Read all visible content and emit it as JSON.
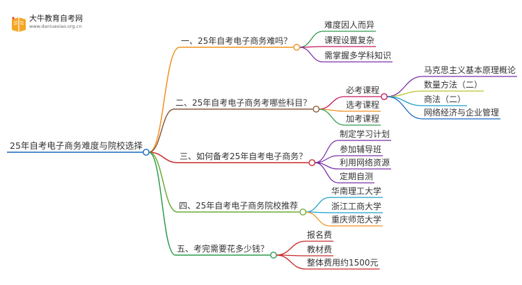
{
  "logo": {
    "name": "大牛教育自考网",
    "url": "www.daniuexiao.org.cn"
  },
  "root": {
    "label": "25年自考电子商务难度与院校选择"
  },
  "branches": [
    {
      "label": "一、25年自考电子商务难吗？",
      "color": "#f0901e",
      "children": [
        {
          "label": "难度因人而异",
          "color": "#2d9a4e"
        },
        {
          "label": "课程设置复杂",
          "color": "#c2185b"
        },
        {
          "label": "需掌握多学科知识",
          "color": "#7b2fa8"
        }
      ]
    },
    {
      "label": "二、25年自考电子商务考哪些科目？",
      "color": "#8a5a3c",
      "children": [
        {
          "label": "必考课程",
          "color": "#c2185b",
          "children": [
            {
              "label": "马克思主义基本原理概论",
              "color": "#7b2fa8"
            },
            {
              "label": "数量方法（二）",
              "color": "#b6c228"
            },
            {
              "label": "商法（二）",
              "color": "#1aa0c8"
            },
            {
              "label": "网络经济与企业管理",
              "color": "#1565c0"
            }
          ]
        },
        {
          "label": "选考课程",
          "color": "#f0901e"
        },
        {
          "label": "加考课程",
          "color": "#2d9a4e"
        }
      ]
    },
    {
      "label": "三、如何备考25年自考电子商务？",
      "color": "#c62828",
      "children": [
        {
          "label": "制定学习计划",
          "color": "#7b2fa8"
        },
        {
          "label": "参加辅导班",
          "color": "#7b2fa8"
        },
        {
          "label": "利用网络资源",
          "color": "#7b2fa8"
        },
        {
          "label": "定期自测",
          "color": "#7b2fa8"
        }
      ]
    },
    {
      "label": "四、25年自考电子商务院校推荐",
      "color": "#6aaa34",
      "children": [
        {
          "label": "华南理工大学",
          "color": "#1aa0c8"
        },
        {
          "label": "浙江工商大学",
          "color": "#1aa0c8"
        },
        {
          "label": "重庆师范大学",
          "color": "#f0901e"
        }
      ]
    },
    {
      "label": "五、考完需要花多少钱？",
      "color": "#2d9a4e",
      "children": [
        {
          "label": "报名费",
          "color": "#c62828"
        },
        {
          "label": "教材费",
          "color": "#c62828"
        },
        {
          "label": "整体费用约1500元",
          "color": "#c62828"
        }
      ]
    }
  ],
  "colors": {
    "root_line": "#1565c0",
    "node_dot_fill": "#ffffff"
  }
}
